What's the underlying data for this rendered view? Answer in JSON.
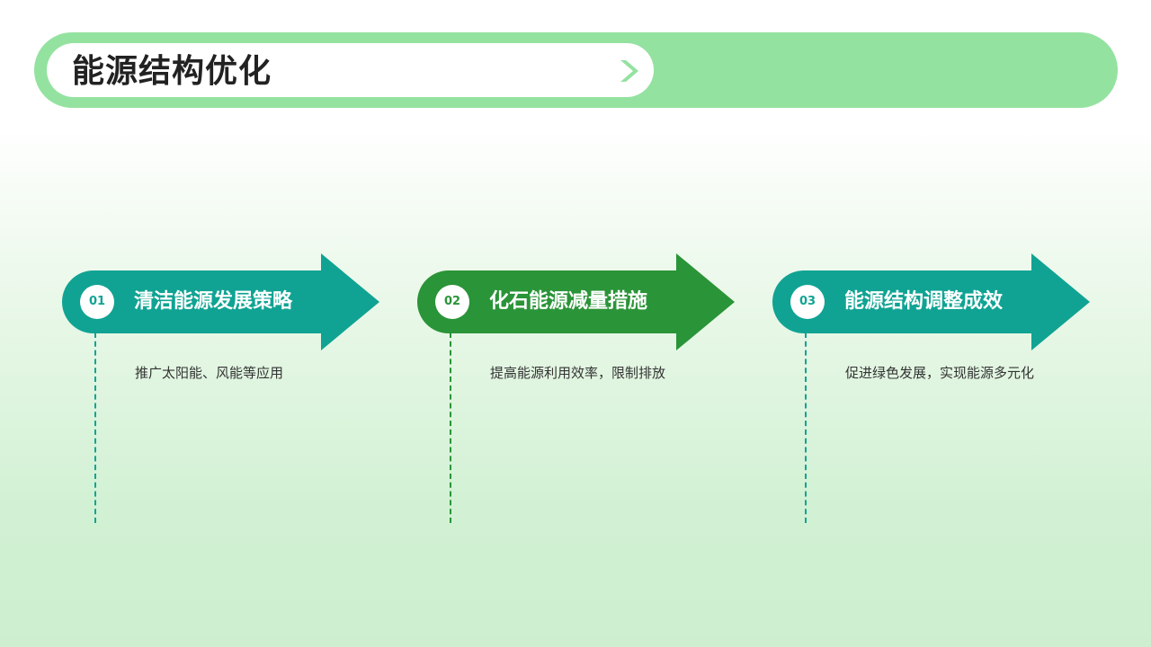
{
  "header": {
    "title": "能源结构优化"
  },
  "colors": {
    "header_bar": "#94e2a0",
    "header_chevron": "#94e2a0",
    "teal": "#10a393",
    "green": "#2a9438",
    "step_number_text_teal": "#10a393",
    "step_number_text_green": "#2a9438"
  },
  "steps": [
    {
      "number": "01",
      "title": "清洁能源发展策略",
      "description": "推广太阳能、风能等应用",
      "color": "#10a393"
    },
    {
      "number": "02",
      "title": "化石能源减量措施",
      "description": "提高能源利用效率，限制排放",
      "color": "#2a9438"
    },
    {
      "number": "03",
      "title": "能源结构调整成效",
      "description": "促进绿色发展，实现能源多元化",
      "color": "#10a393"
    }
  ]
}
